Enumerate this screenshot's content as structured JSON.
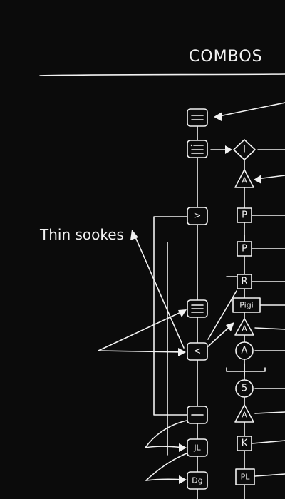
{
  "title": "COMBOS",
  "annotation": "Thin sookes",
  "left_column": {
    "nodes": [
      {
        "id": "n1",
        "glyph": "menu"
      },
      {
        "id": "n2",
        "glyph": "list"
      },
      {
        "id": "n3",
        "label": ">"
      },
      {
        "id": "n4",
        "glyph": "menu"
      },
      {
        "id": "n5",
        "label": "<"
      },
      {
        "id": "n6",
        "glyph": "dash"
      },
      {
        "id": "n7",
        "label": "JL"
      },
      {
        "id": "n8",
        "label": "Dg"
      }
    ]
  },
  "right_column": {
    "nodes": [
      {
        "id": "r1",
        "shape": "diamond",
        "label": "I"
      },
      {
        "id": "r2",
        "shape": "triangle",
        "label": "A"
      },
      {
        "id": "r3",
        "shape": "square",
        "label": "P"
      },
      {
        "id": "r4",
        "shape": "square",
        "label": "P"
      },
      {
        "id": "r5",
        "shape": "square",
        "label": "R"
      },
      {
        "id": "r6",
        "shape": "square",
        "label": "Pigi"
      },
      {
        "id": "r7",
        "shape": "triangle",
        "label": "A"
      },
      {
        "id": "r8",
        "shape": "circle",
        "label": "A"
      },
      {
        "id": "r9",
        "shape": "circle",
        "label": "5"
      },
      {
        "id": "r10",
        "shape": "triangle",
        "label": "A"
      },
      {
        "id": "r11",
        "shape": "square",
        "label": "K"
      },
      {
        "id": "r12",
        "shape": "square",
        "label": "PL"
      }
    ]
  }
}
